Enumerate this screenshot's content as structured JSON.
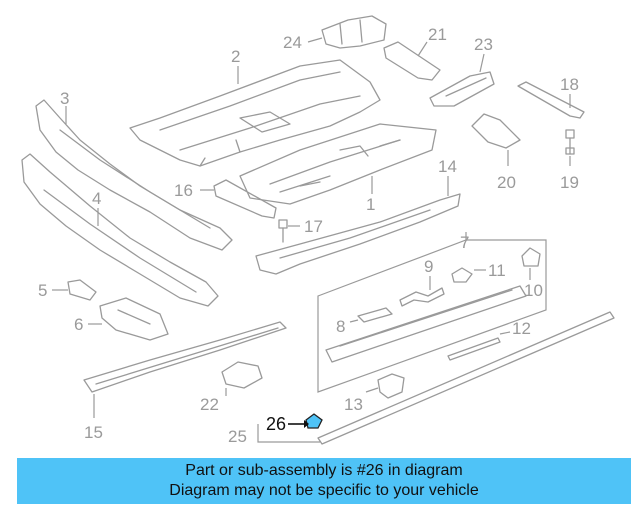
{
  "callouts": {
    "c1": "1",
    "c2": "2",
    "c3": "3",
    "c4": "4",
    "c5": "5",
    "c6": "6",
    "c7": "7",
    "c8": "8",
    "c9": "9",
    "c10": "10",
    "c11": "11",
    "c12": "12",
    "c13": "13",
    "c14": "14",
    "c15": "15",
    "c16": "16",
    "c17": "17",
    "c18": "18",
    "c19": "19",
    "c20": "20",
    "c21": "21",
    "c22": "22",
    "c23": "23",
    "c24": "24",
    "c25": "25",
    "c26": "26"
  },
  "highlight": {
    "part": "26",
    "color": "#4fc3f7"
  },
  "caption": {
    "line1": "Part or sub-assembly is #26 in diagram",
    "line2": "Diagram may not be specific to your vehicle",
    "background": "#4fc3f7"
  }
}
